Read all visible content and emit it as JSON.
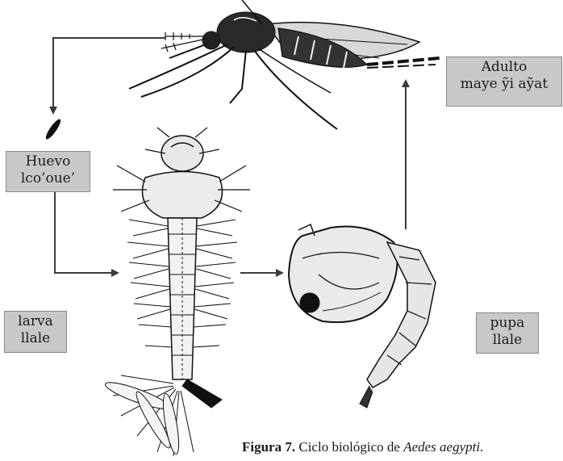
{
  "labels": {
    "adult": {
      "line1": "Adulto",
      "line2": "maye ỹi aỹat"
    },
    "egg": {
      "line1": "Huevo",
      "line2": "lco’oue’"
    },
    "larva": {
      "line1": "larva",
      "line2": "llale"
    },
    "pupa": {
      "line1": "pupa",
      "line2": "llale"
    }
  },
  "caption": {
    "bold": "Figura 7.",
    "text": " Ciclo biológico de ",
    "species": "Aedes aegypti",
    "end": "."
  },
  "colors": {
    "box_fill": "#c8c8c8",
    "ink": "#1a1a1a",
    "arrow": "#3a3a3a"
  },
  "icons": [
    "mosquito-adult-illustration",
    "egg-illustration",
    "larva-illustration",
    "pupa-illustration"
  ]
}
